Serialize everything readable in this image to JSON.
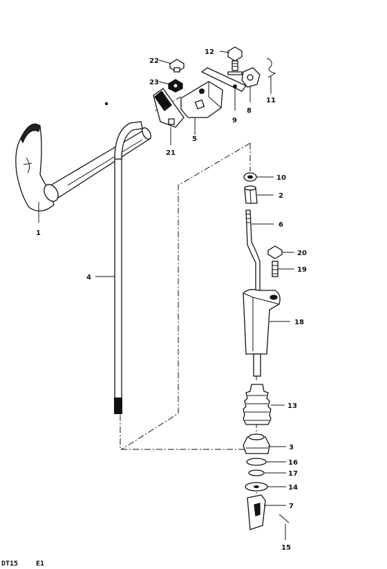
{
  "callouts": {
    "p1": "1",
    "p2": "2",
    "p3": "3",
    "p4": "4",
    "p5": "5",
    "p6": "6",
    "p7": "7",
    "p8": "8",
    "p9": "9",
    "p10": "10",
    "p11": "11",
    "p12": "12",
    "p13": "13",
    "p14": "14",
    "p15": "15",
    "p16": "16",
    "p17": "17",
    "p18": "18",
    "p19": "19",
    "p20": "20",
    "p21": "21",
    "p22": "22",
    "p23": "23"
  },
  "footer": {
    "model_code": "DT15",
    "region_code": "E1"
  }
}
